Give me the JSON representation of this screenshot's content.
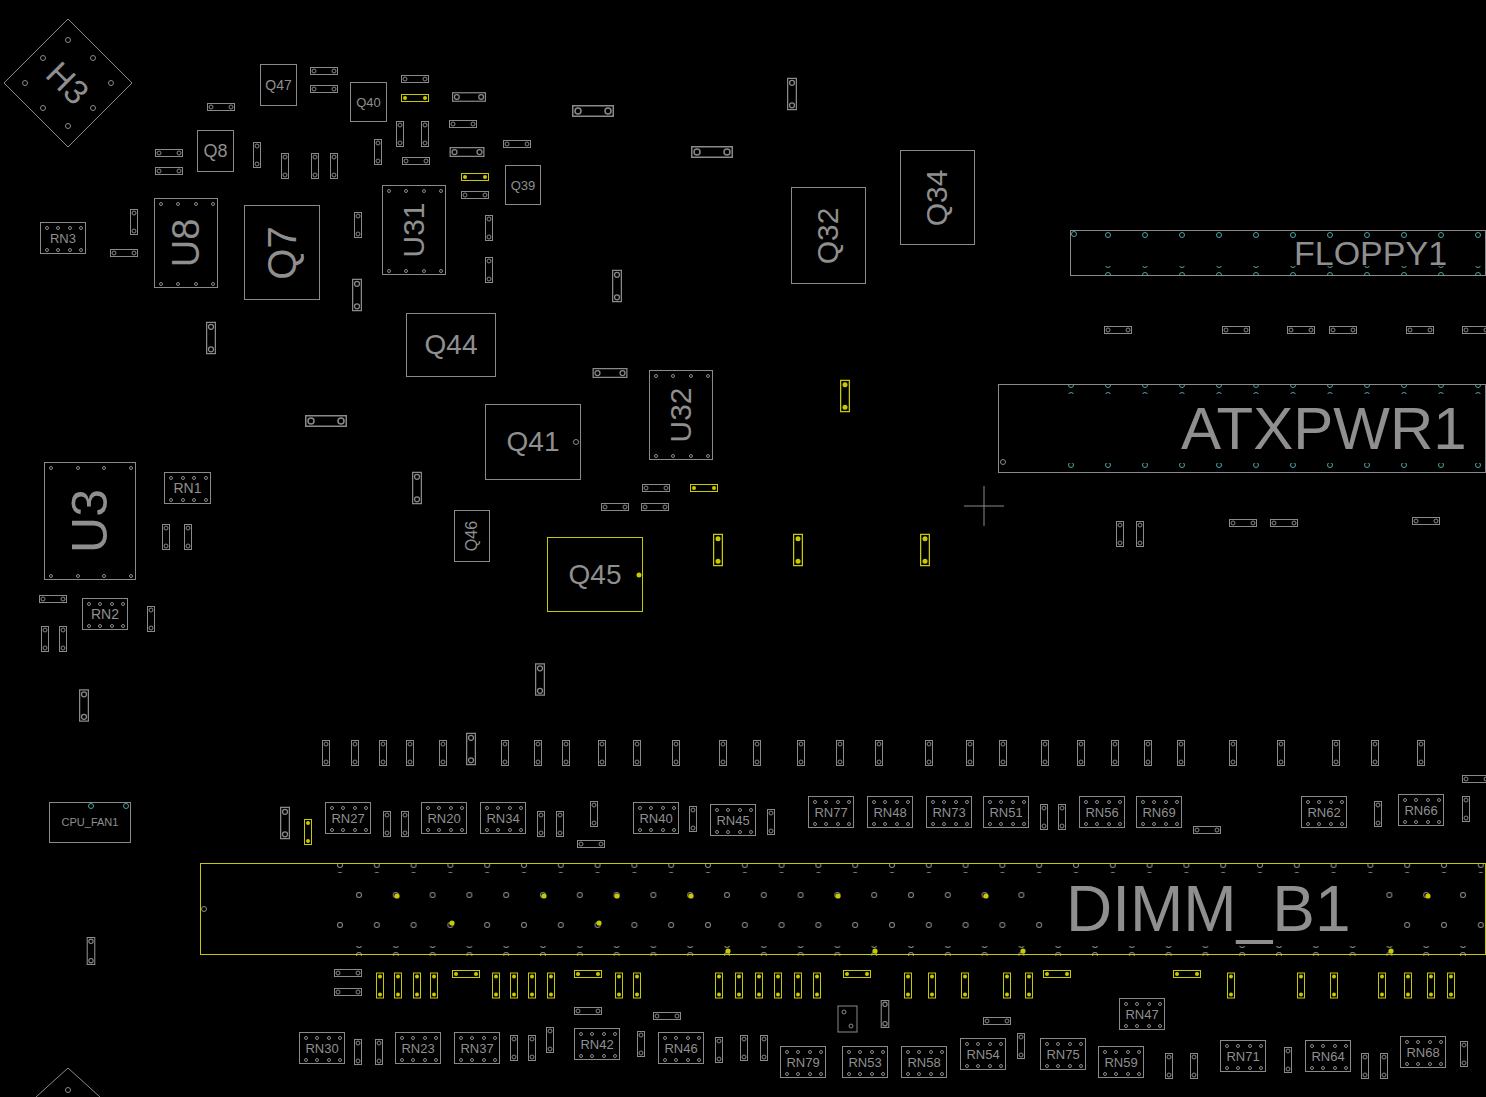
{
  "diagram": {
    "nodes": [
      {
        "text": [
          "H3"
        ]
      },
      {
        "text": [
          "Q47"
        ]
      },
      {
        "text": [
          "Q40"
        ]
      },
      {
        "text": [
          "Q8"
        ]
      },
      {
        "text": [
          "Q39"
        ]
      },
      {
        "text": [
          "Q34"
        ]
      },
      {
        "text": [
          "Q32"
        ]
      },
      {
        "text": [
          "U31"
        ]
      },
      {
        "text": [
          "Q7"
        ]
      },
      {
        "text": [
          "U8"
        ]
      },
      {
        "text": [
          "RN3"
        ]
      },
      {
        "text": [
          "FLOPPY1"
        ]
      },
      {
        "text": [
          "Q44"
        ]
      },
      {
        "text": [
          "U32"
        ]
      },
      {
        "text": [
          "ATXPWR1"
        ]
      },
      {
        "text": [
          "Q41"
        ]
      },
      {
        "text": [
          "U3"
        ]
      },
      {
        "text": [
          "RN1"
        ]
      },
      {
        "text": [
          "Q46"
        ]
      },
      {
        "text": [
          "Q45"
        ]
      },
      {
        "text": [
          "RN2"
        ]
      },
      {
        "text": [
          "CPU_FAN1"
        ]
      },
      {
        "text": [
          "RN27"
        ]
      },
      {
        "text": [
          "RN20"
        ]
      },
      {
        "text": [
          "RN34"
        ]
      },
      {
        "text": [
          "RN40"
        ]
      },
      {
        "text": [
          "RN45"
        ]
      },
      {
        "text": [
          "RN77"
        ]
      },
      {
        "text": [
          "RN48"
        ]
      },
      {
        "text": [
          "RN73"
        ]
      },
      {
        "text": [
          "RN51"
        ]
      },
      {
        "text": [
          "RN56"
        ]
      },
      {
        "text": [
          "RN69"
        ]
      },
      {
        "text": [
          "RN62"
        ]
      },
      {
        "text": [
          "RN66"
        ]
      },
      {
        "text": [
          "DIMM_B1"
        ]
      },
      {
        "text": [
          "RN47"
        ]
      },
      {
        "text": [
          "RN30"
        ]
      },
      {
        "text": [
          "RN23"
        ]
      },
      {
        "text": [
          "RN37"
        ]
      },
      {
        "text": [
          "RN42"
        ]
      },
      {
        "text": [
          "RN46"
        ]
      },
      {
        "text": [
          "RN79"
        ]
      },
      {
        "text": [
          "RN53"
        ]
      },
      {
        "text": [
          "RN58"
        ]
      },
      {
        "text": [
          "RN54"
        ]
      },
      {
        "text": [
          "RN75"
        ]
      },
      {
        "text": [
          "RN59"
        ]
      },
      {
        "text": [
          "RN71"
        ]
      },
      {
        "text": [
          "RN64"
        ]
      },
      {
        "text": [
          "RN68"
        ]
      }
    ]
  }
}
